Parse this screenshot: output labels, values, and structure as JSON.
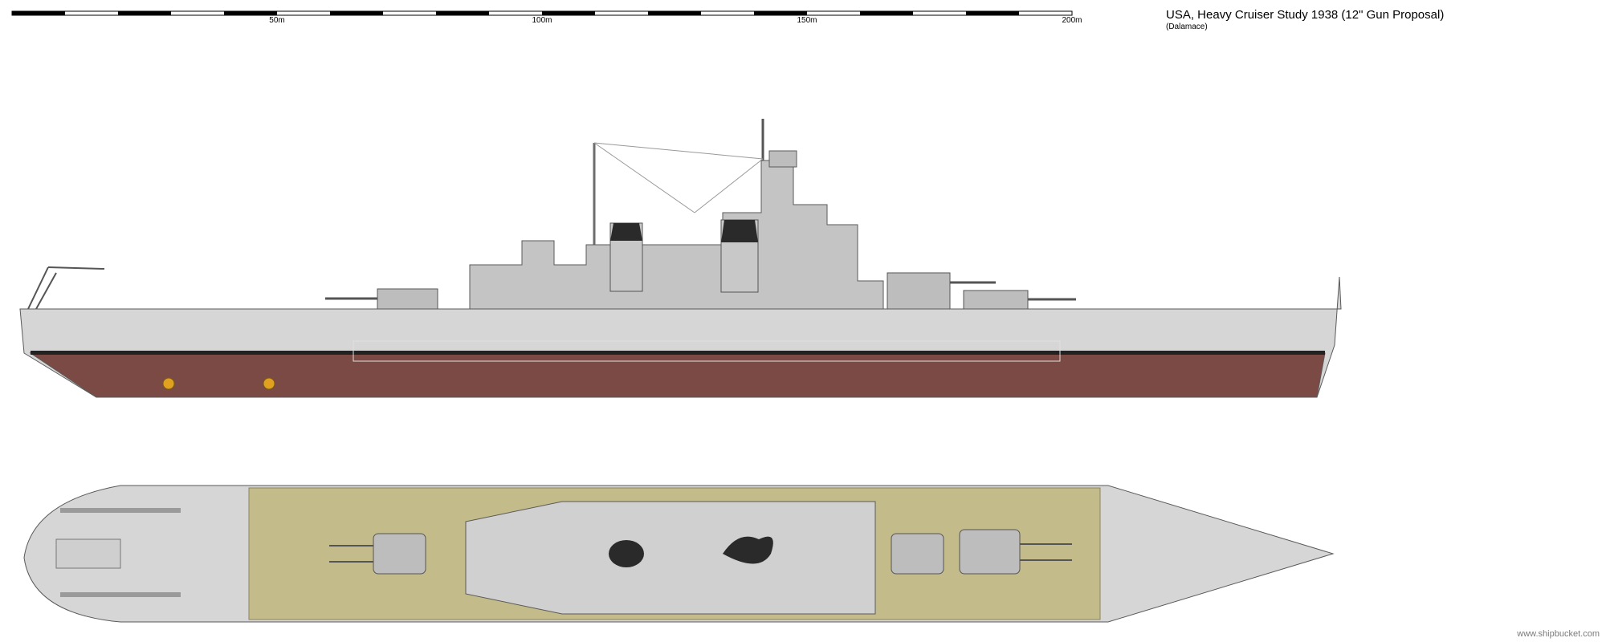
{
  "header": {
    "title": "USA, Heavy Cruiser Study 1938 (12\" Gun Proposal)",
    "credit": "(Dalamace)"
  },
  "scale_bar": {
    "labels": [
      "50m",
      "100m",
      "150m",
      "200m"
    ]
  },
  "watermark": "www.shipbucket.com",
  "colors": {
    "hull_grey": "#d6d6d6",
    "superstructure_grey": "#c4c4c4",
    "red_hull": "#7b4a45",
    "boot_top": "#222222",
    "deck_tan": "#c4bb8a",
    "outline": "#5a5a5a"
  }
}
